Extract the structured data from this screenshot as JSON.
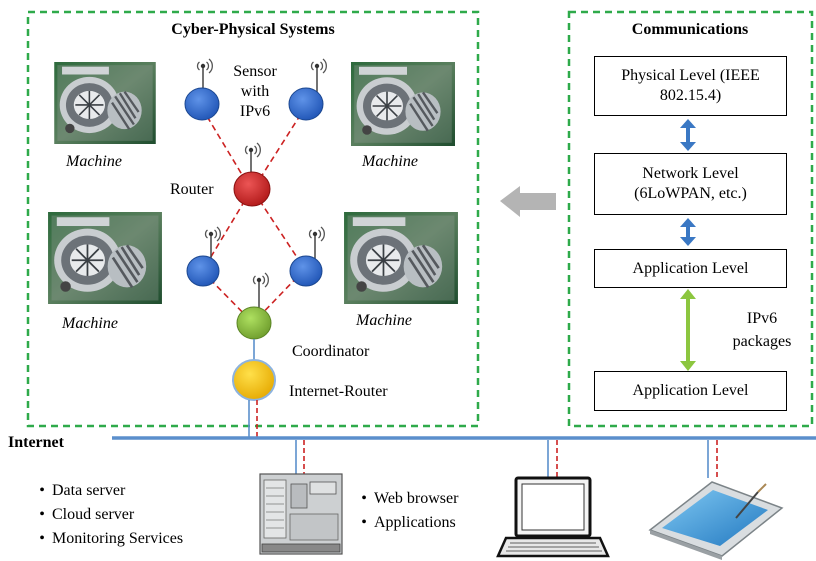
{
  "cps": {
    "title": "Cyber-Physical Systems",
    "sensor_label": "Sensor\nwith\nIPv6",
    "machine_label": "Machine",
    "router_label": "Router",
    "coordinator_label": "Coordinator",
    "internet_router_label": "Internet-Router"
  },
  "communications": {
    "title": "Communications",
    "levels": [
      "Physical Level (IEEE\n802.15.4)",
      "Network Level\n(6LoWPAN, etc.)",
      "Application Level",
      "Application Level"
    ],
    "ipv6_label": "IPv6\npackages"
  },
  "internet": {
    "label": "Internet",
    "server_services": [
      "Data server",
      "Cloud server",
      "Monitoring Services"
    ],
    "client_services": [
      "Web browser",
      "Applications"
    ]
  },
  "colors": {
    "frame_green": "#2eaa4a",
    "sensor_blue": "#2a63c8",
    "router_red": "#d02828",
    "coordinator_green": "#8cbc3c",
    "internet_router_yellow": "#f7c300",
    "link_red": "#cc2222",
    "line_blue": "#5b8fcc",
    "comm_arrow_blue": "#3a78c4",
    "ipv6_arrow_green": "#8cc63f",
    "gray_arrow": "#b4b4b4"
  },
  "icons": [
    "wifi-signal-icon",
    "machine-photo",
    "server-icon",
    "laptop-icon",
    "tablet-icon"
  ]
}
